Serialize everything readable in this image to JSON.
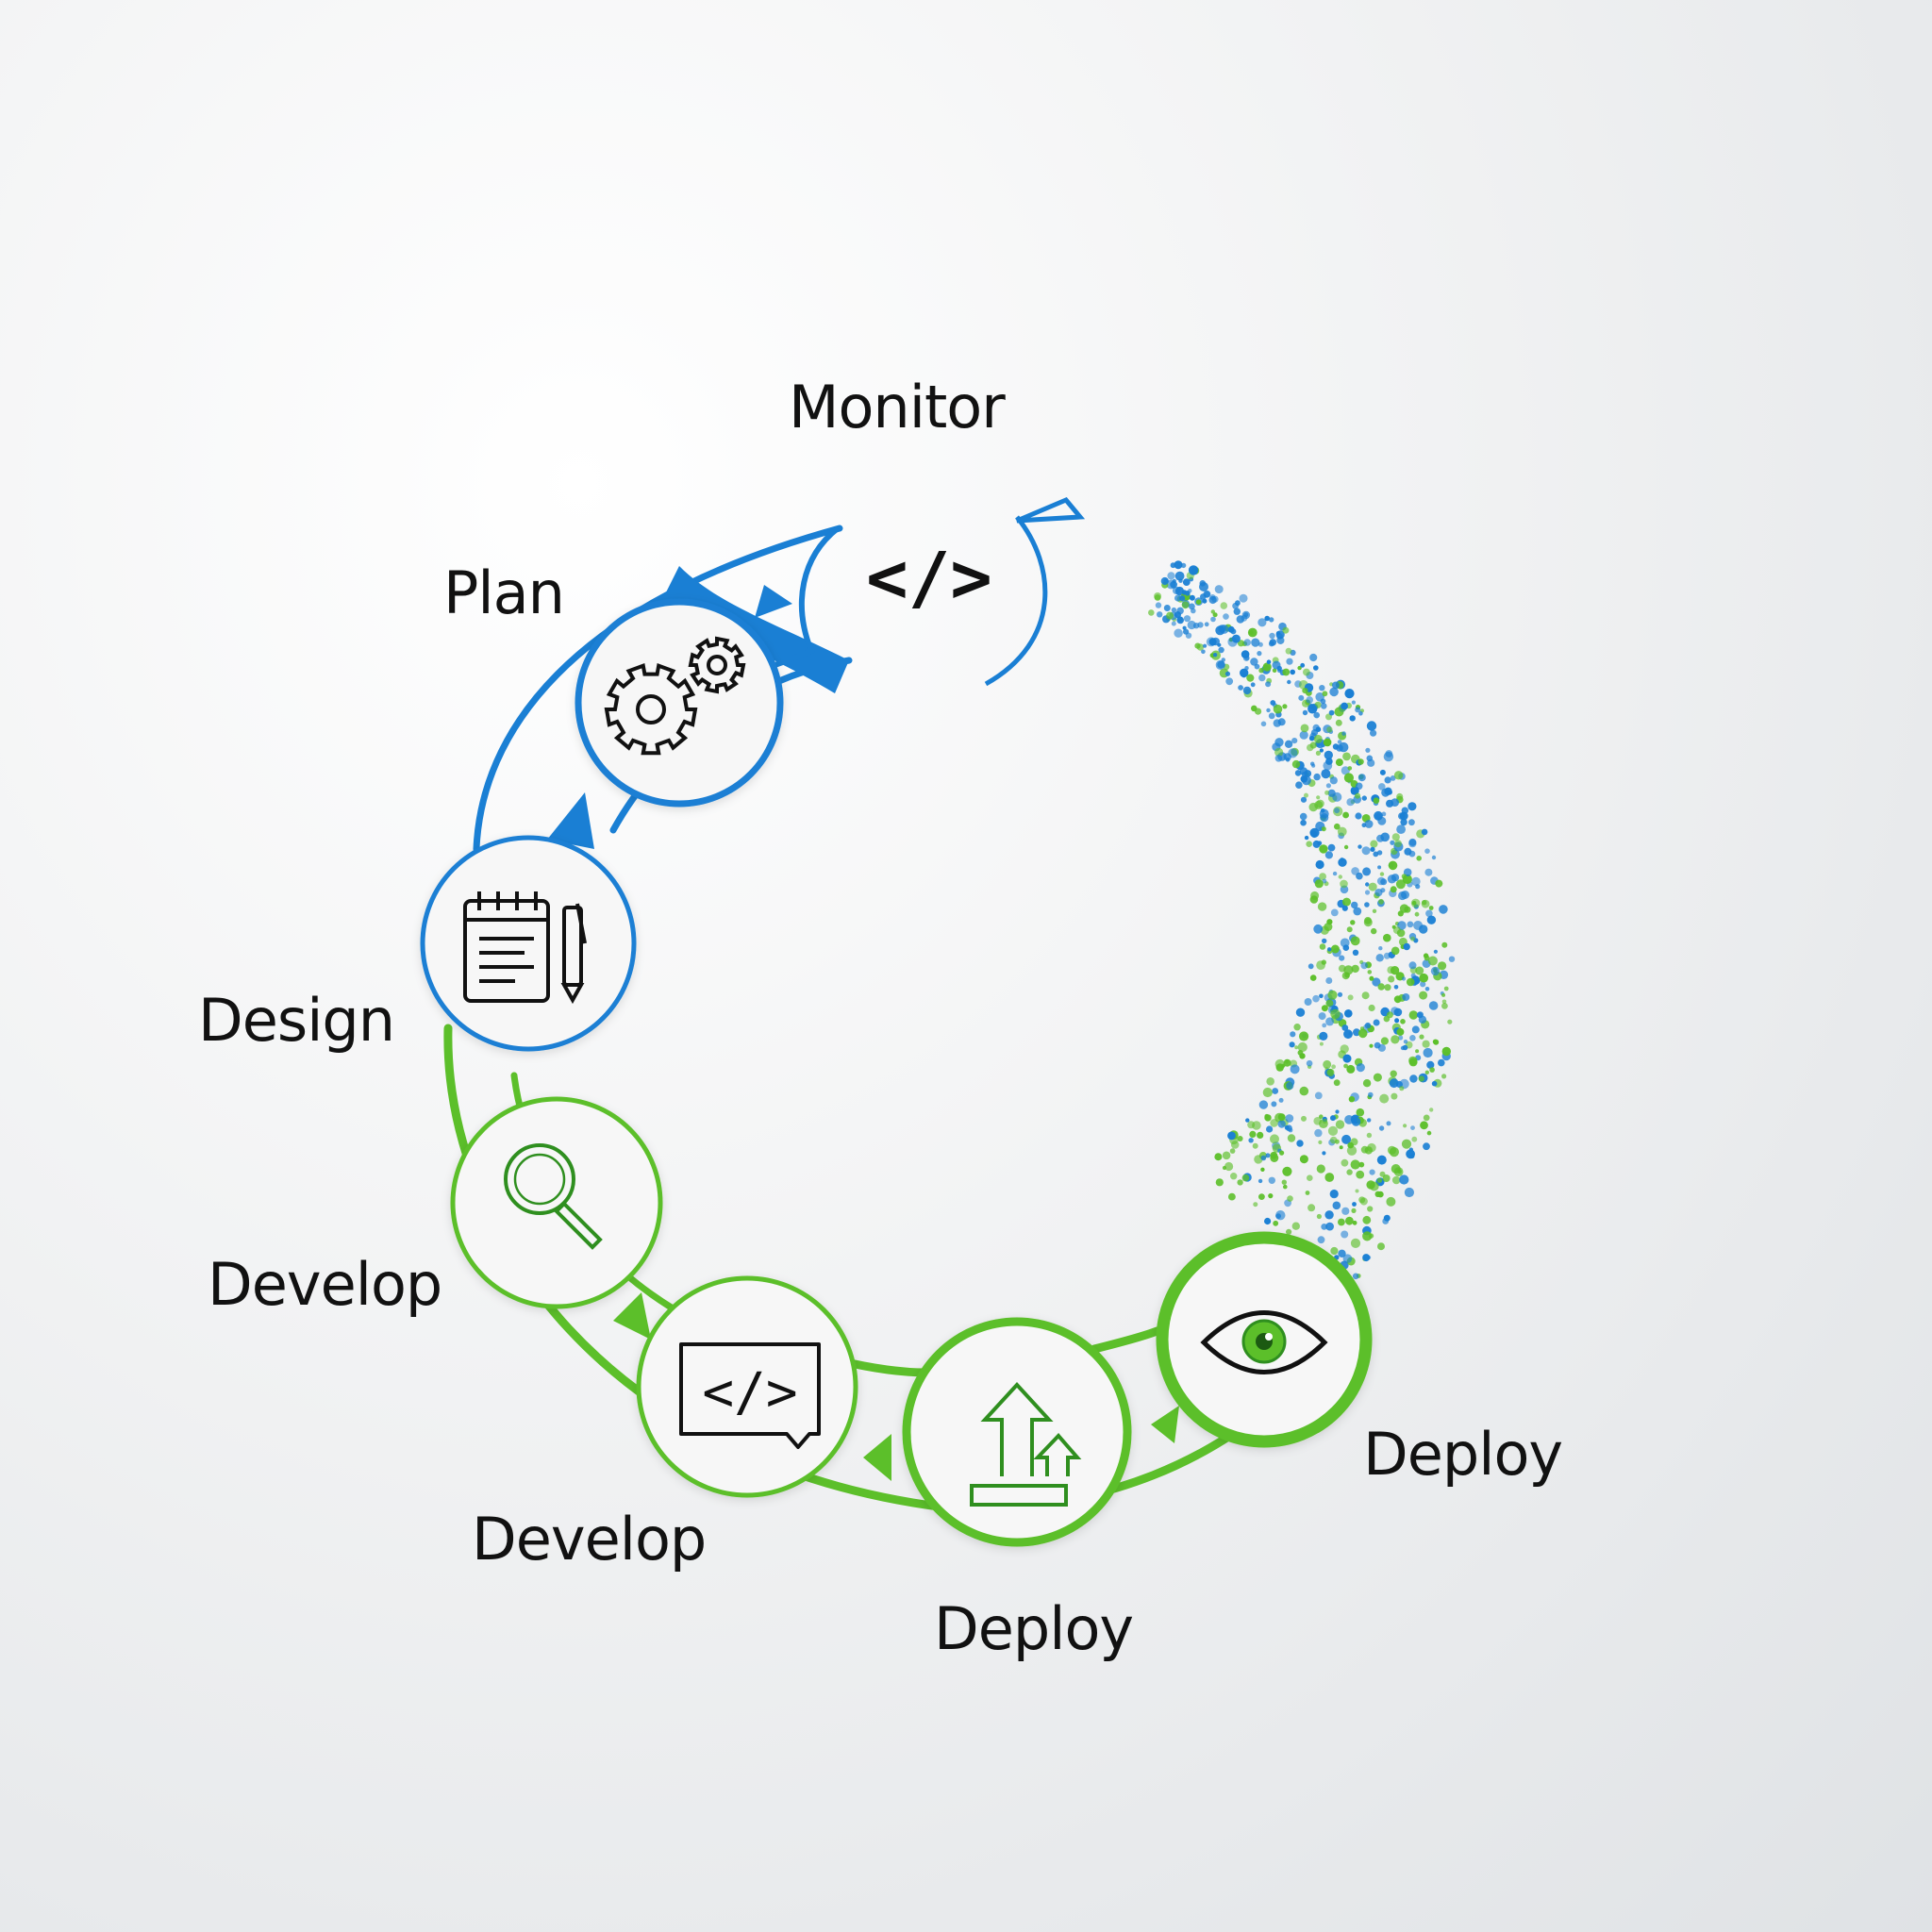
{
  "stages": [
    {
      "id": "monitor",
      "label": "Monitor",
      "icon": "code-brackets-icon"
    },
    {
      "id": "plan",
      "label": "Plan",
      "icon": "gears-icon"
    },
    {
      "id": "design",
      "label": "Design",
      "icon": "notepad-pen-icon"
    },
    {
      "id": "develop-search",
      "label": "Develop",
      "icon": "magnifier-icon"
    },
    {
      "id": "develop-code",
      "label": "Develop",
      "icon": "code-window-icon"
    },
    {
      "id": "deploy-upload",
      "label": "Deploy",
      "icon": "upload-arrow-icon"
    },
    {
      "id": "deploy-eye",
      "label": "Deploy",
      "icon": "eye-icon"
    }
  ],
  "code_symbol": "</>",
  "colors": {
    "blue": "#1a7fd4",
    "green": "#5cbf2a",
    "dark_green": "#2f8f1f",
    "ink": "#111111"
  }
}
